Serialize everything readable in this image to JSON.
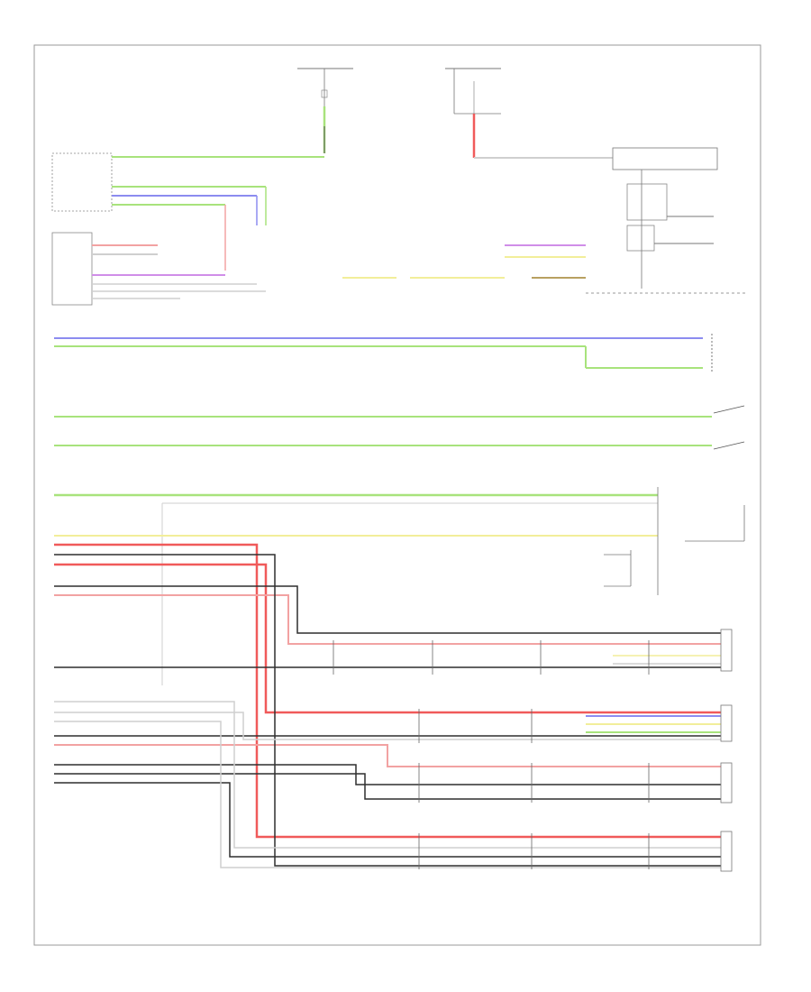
{
  "footer": {
    "code": ""
  },
  "colors": {
    "frame": "#9a9a9a",
    "wire_gray": "#cfcfcf",
    "wire_dark": "#2f2f2f",
    "wire_green": "#a8e37c",
    "wire_blue": "#8c8cf0",
    "wire_red": "#f05a5a",
    "wire_pink": "#f2a2a2",
    "wire_yellow": "#f2ee9a",
    "wire_purple": "#d08ee8",
    "wire_brown": "#b8a060"
  },
  "components": [
    {
      "id": "fuse-box-top-left",
      "label": ""
    },
    {
      "id": "fuse-box-top-right",
      "label": ""
    },
    {
      "id": "transmission-range-switch",
      "label": ""
    },
    {
      "id": "engine-control-module",
      "label": ""
    },
    {
      "id": "combination-meter",
      "label": ""
    },
    {
      "id": "steering-sensor",
      "label": ""
    },
    {
      "id": "front-left-speed-sensor",
      "label": ""
    },
    {
      "id": "front-right-speed-sensor",
      "label": ""
    },
    {
      "id": "rear-left-speed-sensor",
      "label": ""
    },
    {
      "id": "rear-right-speed-sensor",
      "label": ""
    }
  ]
}
